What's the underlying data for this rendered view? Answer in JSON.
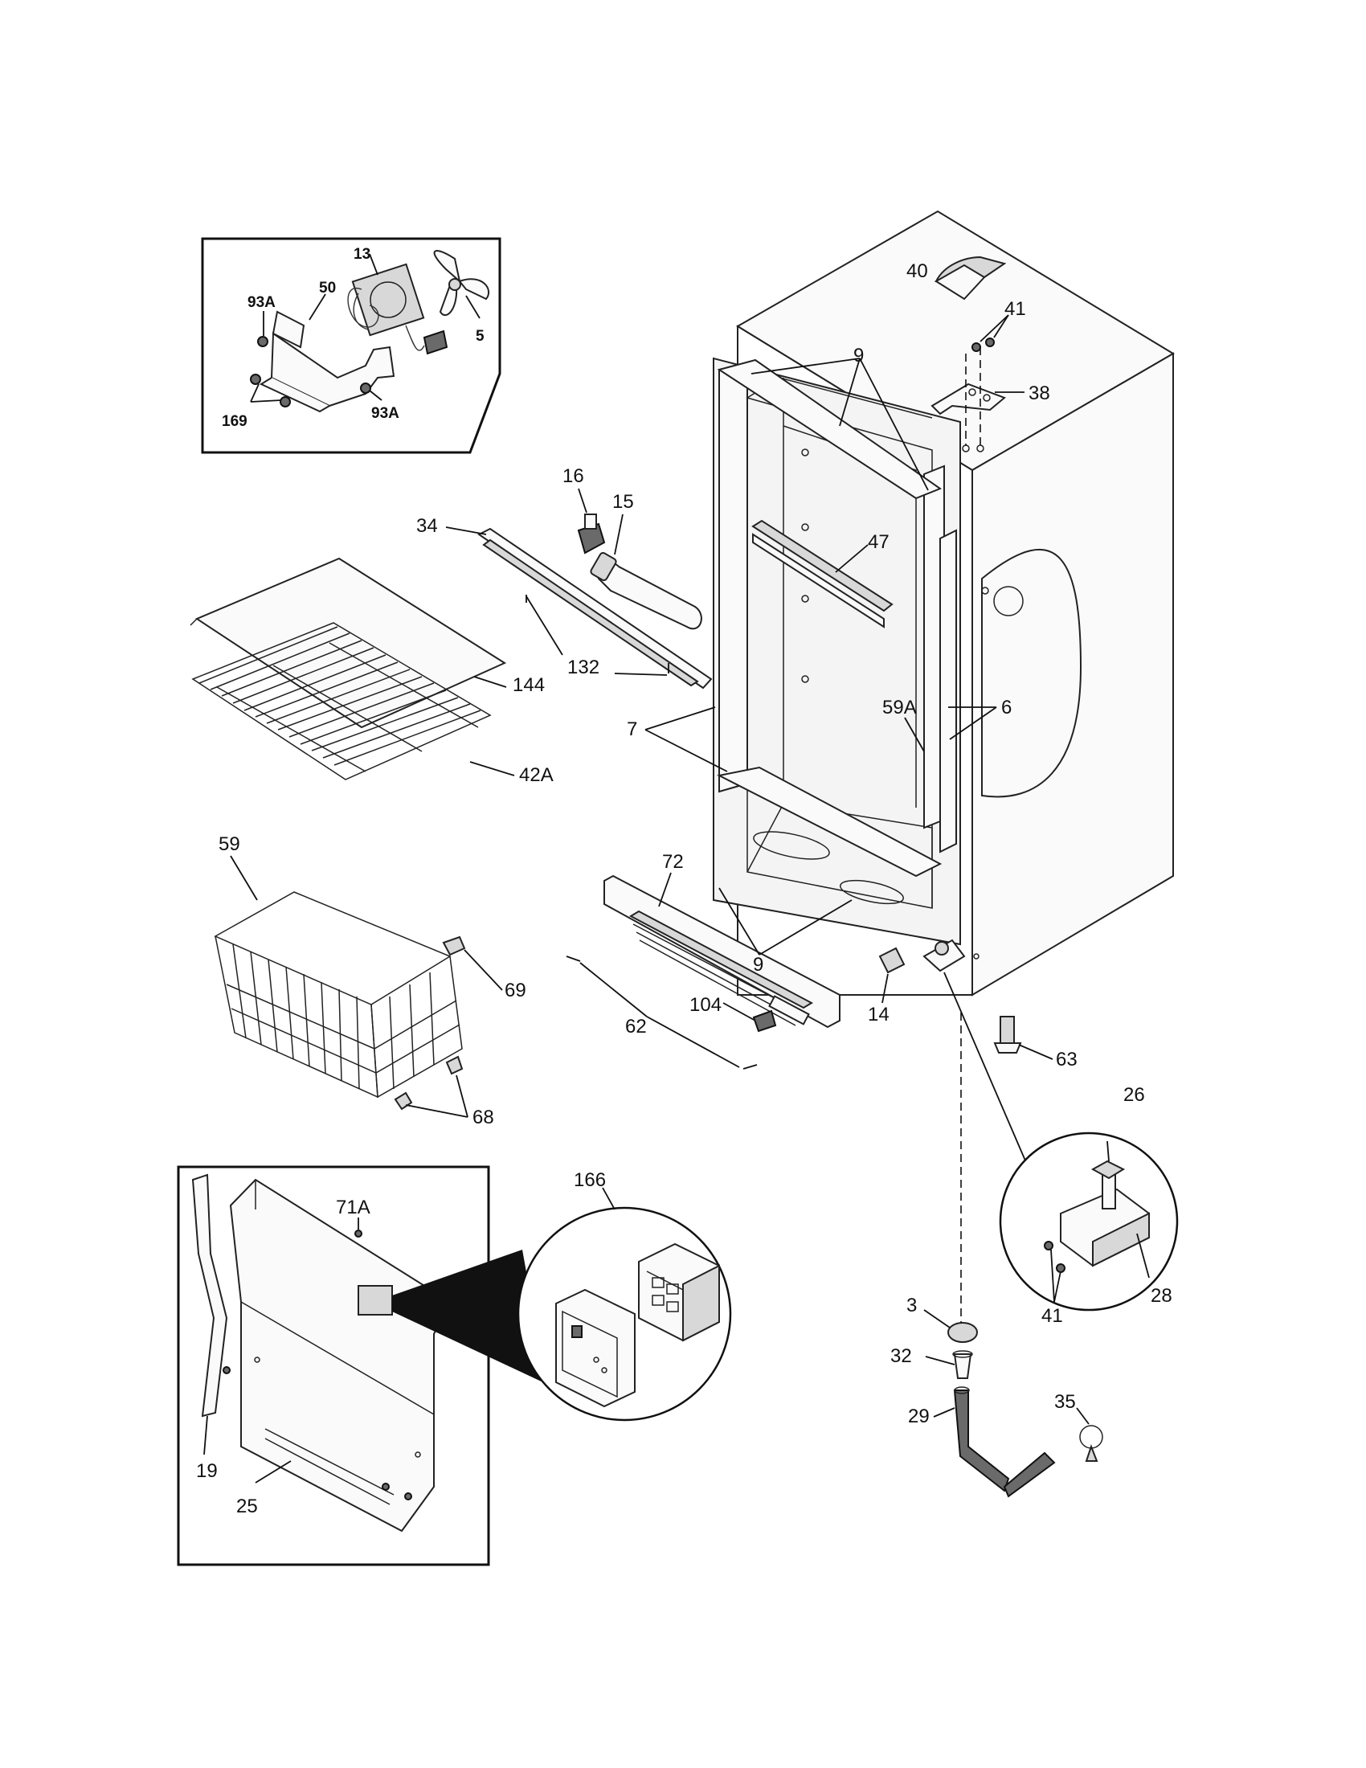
{
  "labels": [
    {
      "id": "13",
      "text": "13",
      "bold": true
    },
    {
      "id": "93A-top",
      "text": "93A",
      "bold": true
    },
    {
      "id": "50",
      "text": "50",
      "bold": true
    },
    {
      "id": "5",
      "text": "5",
      "bold": true
    },
    {
      "id": "169",
      "text": "169",
      "bold": true
    },
    {
      "id": "93A-bottom",
      "text": "93A",
      "bold": true
    },
    {
      "id": "40",
      "text": "40"
    },
    {
      "id": "41-top",
      "text": "41"
    },
    {
      "id": "38",
      "text": "38"
    },
    {
      "id": "9-top",
      "text": "9"
    },
    {
      "id": "16",
      "text": "16"
    },
    {
      "id": "15",
      "text": "15"
    },
    {
      "id": "34",
      "text": "34"
    },
    {
      "id": "47",
      "text": "47"
    },
    {
      "id": "132",
      "text": "132"
    },
    {
      "id": "144",
      "text": "144"
    },
    {
      "id": "7",
      "text": "7"
    },
    {
      "id": "59A",
      "text": "59A"
    },
    {
      "id": "6",
      "text": "6"
    },
    {
      "id": "42A",
      "text": "42A"
    },
    {
      "id": "59",
      "text": "59"
    },
    {
      "id": "72",
      "text": "72"
    },
    {
      "id": "9-bottom",
      "text": "9"
    },
    {
      "id": "69",
      "text": "69"
    },
    {
      "id": "14",
      "text": "14"
    },
    {
      "id": "62",
      "text": "62"
    },
    {
      "id": "104",
      "text": "104"
    },
    {
      "id": "63",
      "text": "63"
    },
    {
      "id": "68",
      "text": "68"
    },
    {
      "id": "26",
      "text": "26"
    },
    {
      "id": "166",
      "text": "166"
    },
    {
      "id": "71A",
      "text": "71A"
    },
    {
      "id": "41-bottom",
      "text": "41"
    },
    {
      "id": "28",
      "text": "28"
    },
    {
      "id": "3",
      "text": "3"
    },
    {
      "id": "32",
      "text": "32"
    },
    {
      "id": "35",
      "text": "35"
    },
    {
      "id": "29",
      "text": "29"
    },
    {
      "id": "19",
      "text": "19"
    },
    {
      "id": "25",
      "text": "25"
    }
  ]
}
